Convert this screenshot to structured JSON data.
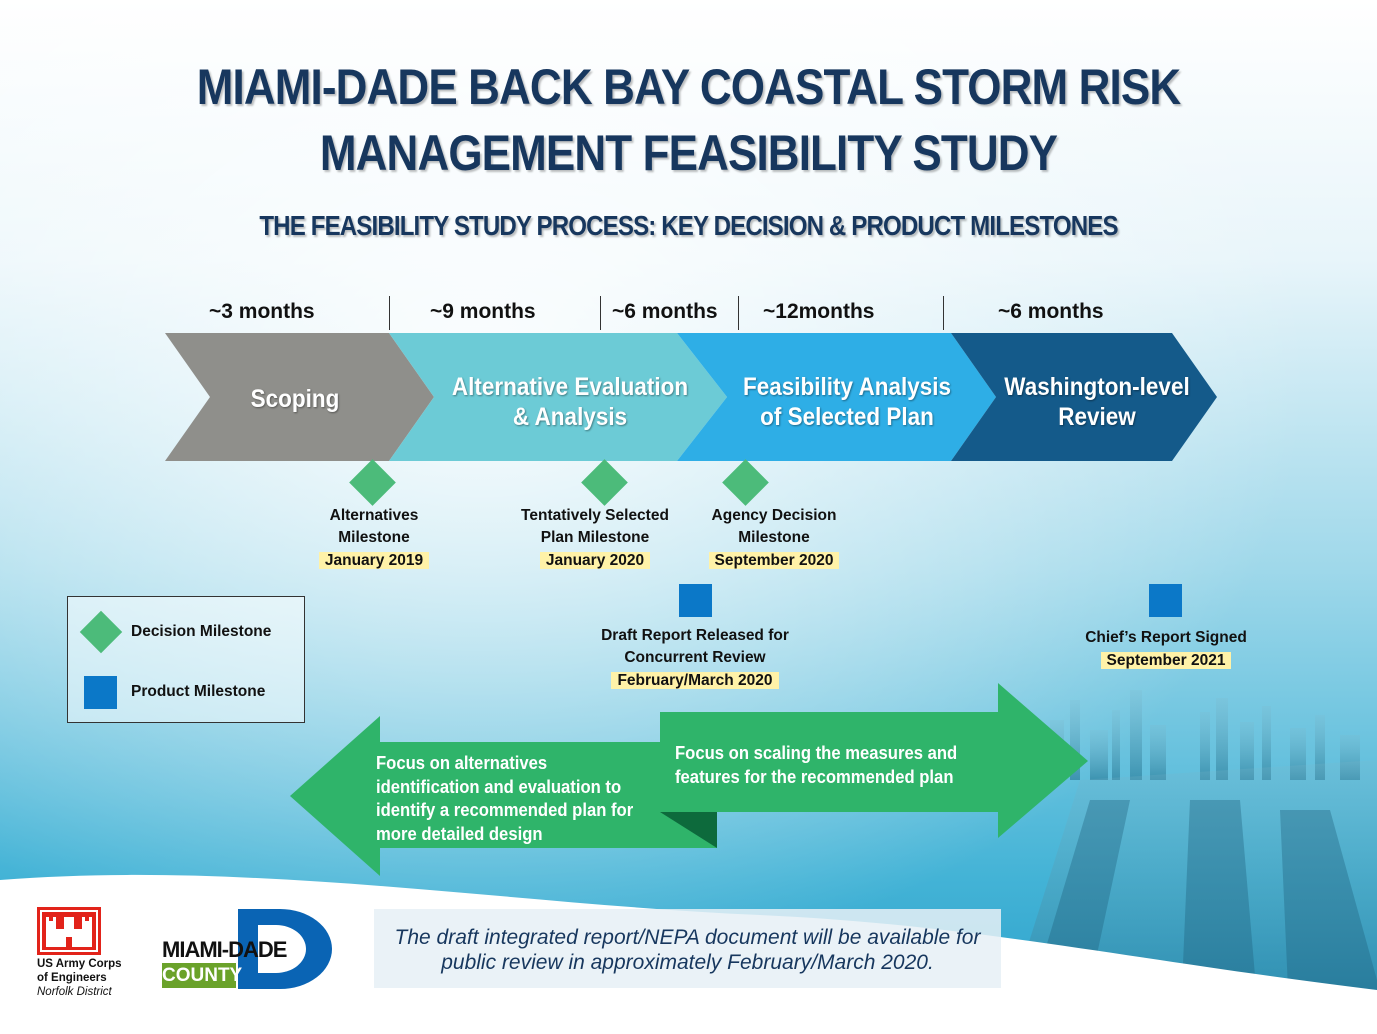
{
  "title_line1": "MIAMI-DADE BACK BAY COASTAL STORM RISK",
  "title_line2": "MANAGEMENT FEASIBILITY STUDY",
  "subtitle": "THE FEASIBILITY STUDY PROCESS:  KEY DECISION & PRODUCT MILESTONES",
  "durations": [
    "~3 months",
    "~9 months",
    "~6 months",
    "~12months",
    "~6 months"
  ],
  "phases": [
    {
      "line1": "Scoping",
      "line2": ""
    },
    {
      "line1": "Alternative Evaluation",
      "line2": "& Analysis"
    },
    {
      "line1": "Feasibility Analysis",
      "line2": "of Selected Plan"
    },
    {
      "line1": "Washington-level",
      "line2": "Review"
    }
  ],
  "decision_milestones": [
    {
      "line1": "Alternatives",
      "line2": "Milestone",
      "date": "January 2019"
    },
    {
      "line1": "Tentatively Selected",
      "line2": "Plan Milestone",
      "date": "January 2020"
    },
    {
      "line1": "Agency Decision",
      "line2": "Milestone",
      "date": "September 2020"
    }
  ],
  "product_milestones": [
    {
      "line1": "Draft Report Released for",
      "line2": "Concurrent Review",
      "date": "February/March 2020"
    },
    {
      "line1": "Chief’s Report Signed",
      "date": "September 2021"
    }
  ],
  "legend": {
    "decision": "Decision Milestone",
    "product": "Product Milestone"
  },
  "arrows": {
    "left": [
      "Focus on alternatives",
      "identification and evaluation to",
      "identify a recommended plan for",
      "more detailed design"
    ],
    "right": [
      "Focus on scaling the measures and",
      "features for the recommended plan"
    ]
  },
  "logos": {
    "usace_line1": "US Army Corps",
    "usace_line2": "of Engineers",
    "usace_line3": "Norfolk District",
    "miami_dade": "MIAMI-DADE",
    "county": "COUNTY"
  },
  "note_line1": "The draft integrated report/NEPA document will be available for",
  "note_line2": "public review in approximately February/March 2020.",
  "colors": {
    "title": "#17375e",
    "scoping": "#8f8f8b",
    "alternative": "#6ccbd6",
    "feasibility": "#2eaee6",
    "washington": "#145a8a",
    "diamond": "#4cbb7a",
    "square": "#0b78c8",
    "arrow_green": "#2fb46a",
    "date_highlight": "#fff2a8"
  }
}
